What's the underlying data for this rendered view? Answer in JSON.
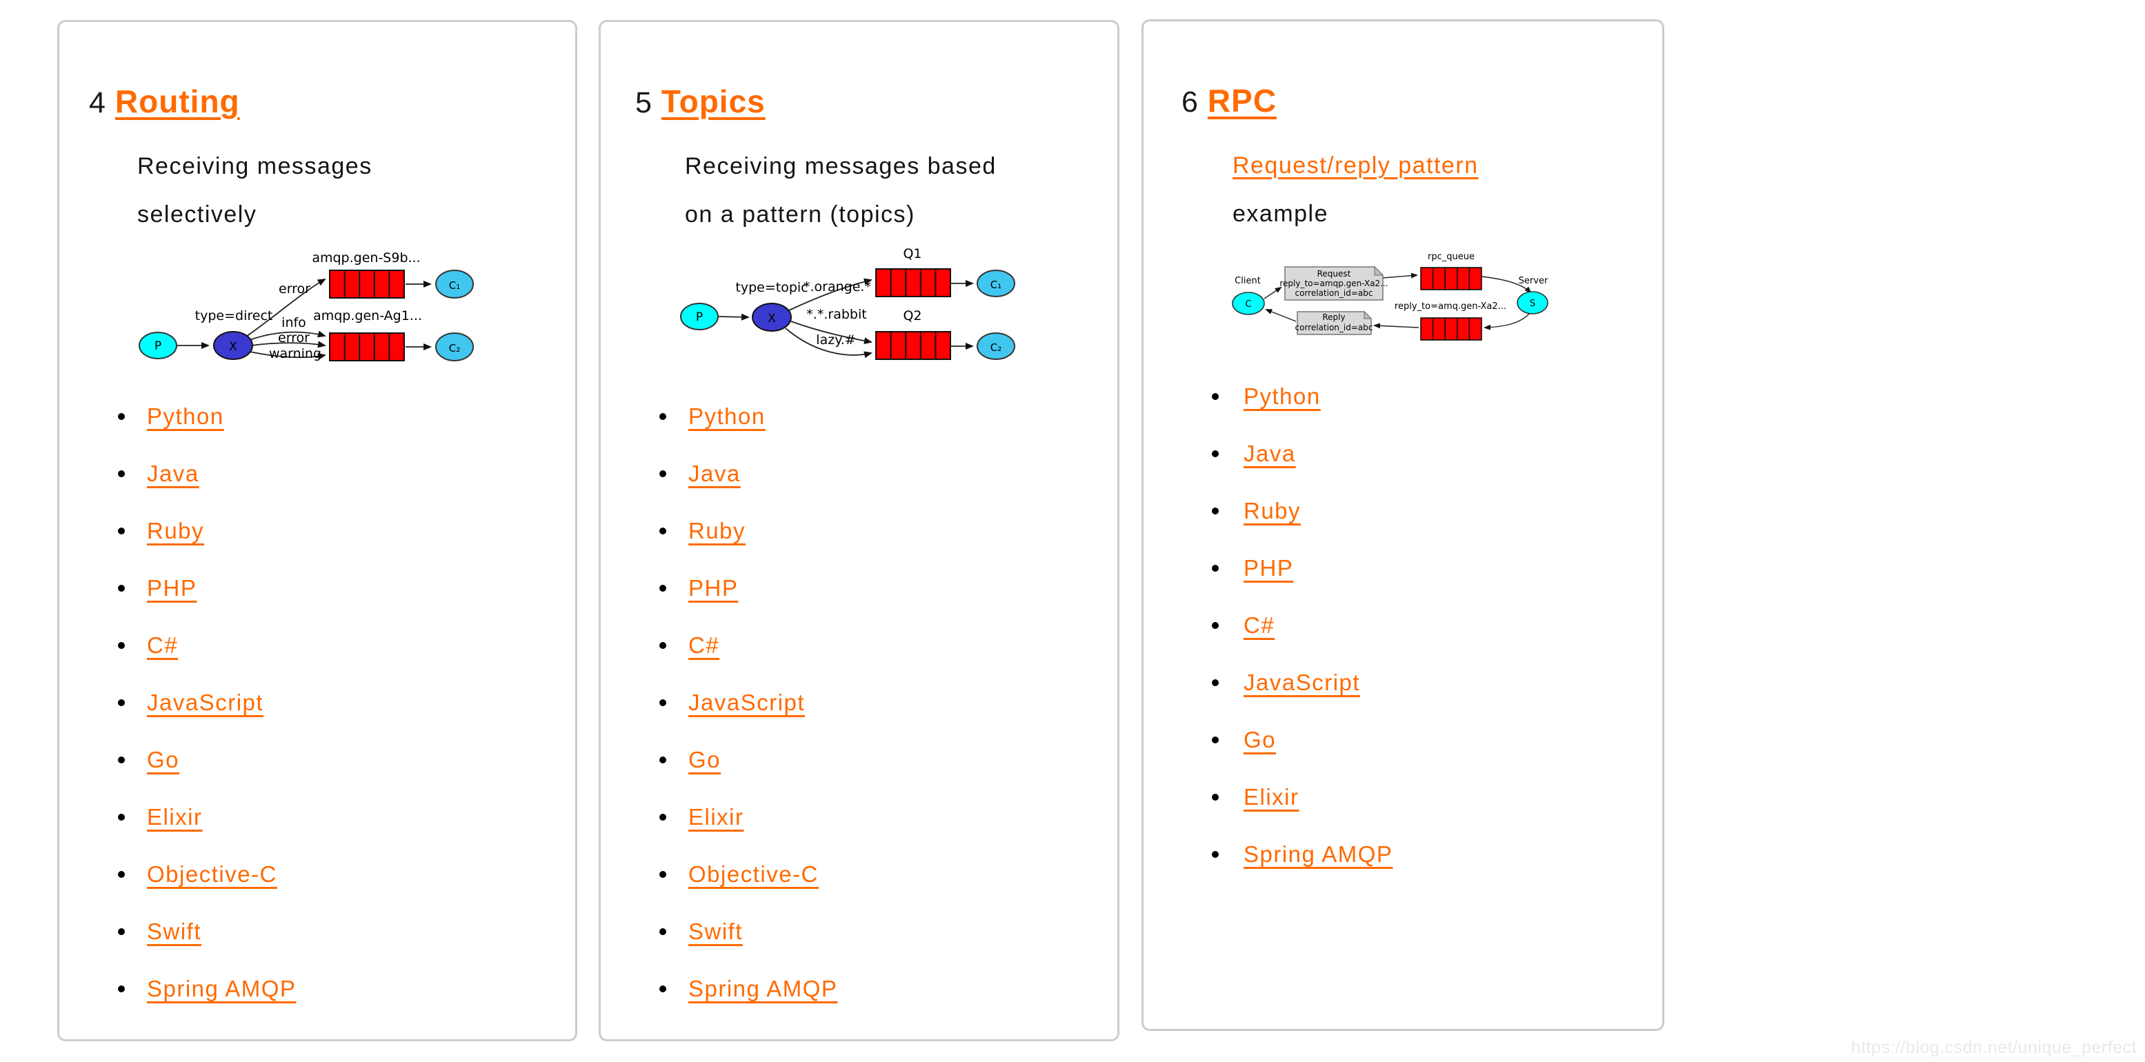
{
  "page": {
    "watermark": "https://blog.csdn.net/unique_perfect"
  },
  "colors": {
    "accent_orange": "#ff6a00",
    "card_border": "#cccccc",
    "queue_red": "#ff0000",
    "exchange_blue": "#3a3ad0",
    "producer_cyan": "#00ffff",
    "consumer_blue": "#41c6f0",
    "note_gray": "#d9d9d9"
  },
  "cards": [
    {
      "number": "4",
      "title": "Routing",
      "description_lines": [
        "Receiving messages",
        "selectively"
      ],
      "languages": [
        "Python",
        "Java",
        "Ruby",
        "PHP",
        "C#",
        "JavaScript",
        "Go",
        "Elixir",
        "Objective-C",
        "Swift",
        "Spring AMQP"
      ],
      "diagram": {
        "producer_label": "P",
        "exchange_label": "X",
        "exchange_type": "type=direct",
        "queue1_name": "amqp.gen-S9b...",
        "queue2_name": "amqp.gen-Ag1...",
        "binding1": "error",
        "binding2": "info",
        "binding3": "error",
        "binding4": "warning",
        "consumer1_label": "C₁",
        "consumer2_label": "C₂"
      }
    },
    {
      "number": "5",
      "title": "Topics",
      "description_lines": [
        "Receiving messages based",
        "on a pattern (topics)"
      ],
      "languages": [
        "Python",
        "Java",
        "Ruby",
        "PHP",
        "C#",
        "JavaScript",
        "Go",
        "Elixir",
        "Objective-C",
        "Swift",
        "Spring AMQP"
      ],
      "diagram": {
        "producer_label": "P",
        "exchange_label": "X",
        "exchange_type": "type=topic",
        "queue1_name": "Q1",
        "queue2_name": "Q2",
        "binding1": "*.orange.*",
        "binding2": "*.*.rabbit",
        "binding3": "lazy.#",
        "consumer1_label": "C₁",
        "consumer2_label": "C₂"
      }
    },
    {
      "number": "6",
      "title": "RPC",
      "description_link": "Request/reply pattern",
      "description_lines": [
        "example"
      ],
      "languages": [
        "Python",
        "Java",
        "Ruby",
        "PHP",
        "C#",
        "JavaScript",
        "Go",
        "Elixir",
        "Spring AMQP"
      ],
      "diagram": {
        "client_caption": "Client",
        "client_label": "C",
        "server_caption": "Server",
        "server_label": "S",
        "request_line1": "Request",
        "request_line2": "reply_to=amqp.gen-Xa2...",
        "request_line3": "correlation_id=abc",
        "rpc_queue_name": "rpc_queue",
        "reply_queue_label": "reply_to=amq.gen-Xa2...",
        "reply_line1": "Reply",
        "reply_line2": "correlation_id=abc"
      }
    }
  ]
}
